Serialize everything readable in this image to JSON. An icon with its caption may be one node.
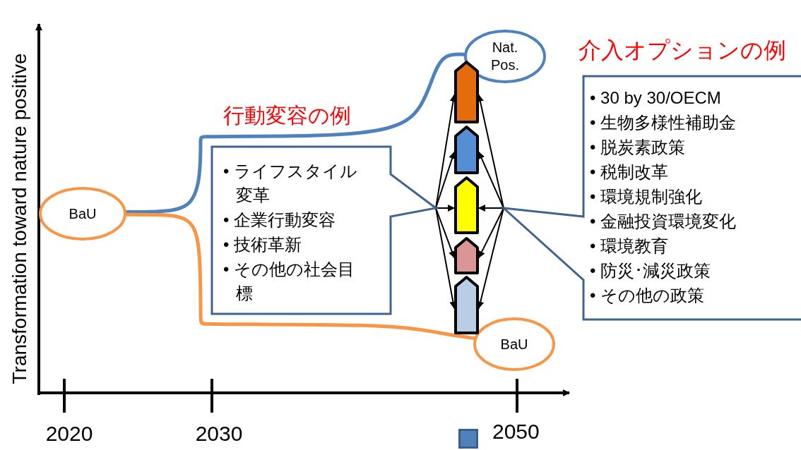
{
  "diagram": {
    "nodes": [
      {
        "text": [
          "BaU"
        ]
      },
      {
        "text": [
          "Nat. Pos."
        ]
      },
      {
        "text": [
          "BaU"
        ]
      },
      {
        "text": [
          "行動変容の例",
          "• ライフスタイル変革",
          "• 企業行動変容",
          "• 技術革新",
          "• その他の社会目標"
        ]
      },
      {
        "text": [
          "介入オプションの例",
          "• 30 by 30/OECM",
          "• 生物多様性補助金",
          "• 脱炭素政策",
          "• 税制改革",
          "• 環境規制強化",
          "• 金融投資環境変化",
          "• 環境教育",
          "• 防災･減災政策",
          "• その他の政策"
        ]
      },
      {
        "text": [],
        "shape": "arrow"
      },
      {
        "text": [],
        "shape": "arrow"
      },
      {
        "text": [],
        "shape": "arrow"
      },
      {
        "text": [],
        "shape": "arrow"
      },
      {
        "text": [],
        "shape": "arrow"
      }
    ],
    "edges": [
      {
        "from": 0,
        "to": 1,
        "arrow": "none",
        "style": "thick",
        "color": "#4f81bd"
      },
      {
        "from": 0,
        "to": 2,
        "arrow": "none",
        "style": "thick",
        "color": "#f79646"
      },
      {
        "from": 3,
        "to": 5,
        "arrow": "to"
      },
      {
        "from": 3,
        "to": 6,
        "arrow": "to"
      },
      {
        "from": 3,
        "to": 7,
        "arrow": "to"
      },
      {
        "from": 3,
        "to": 8,
        "arrow": "to"
      },
      {
        "from": 3,
        "to": 9,
        "arrow": "to"
      },
      {
        "from": 4,
        "to": 5,
        "arrow": "to"
      },
      {
        "from": 4,
        "to": 6,
        "arrow": "to"
      },
      {
        "from": 4,
        "to": 7,
        "arrow": "to"
      },
      {
        "from": 4,
        "to": 8,
        "arrow": "to"
      },
      {
        "from": 4,
        "to": 9,
        "arrow": "to"
      }
    ],
    "labels": [
      "Transformation toward nature positive",
      "2020",
      "2030"
    ],
    "legend": [
      {
        "text": "2050",
        "color": "#4f81bd"
      }
    ]
  }
}
